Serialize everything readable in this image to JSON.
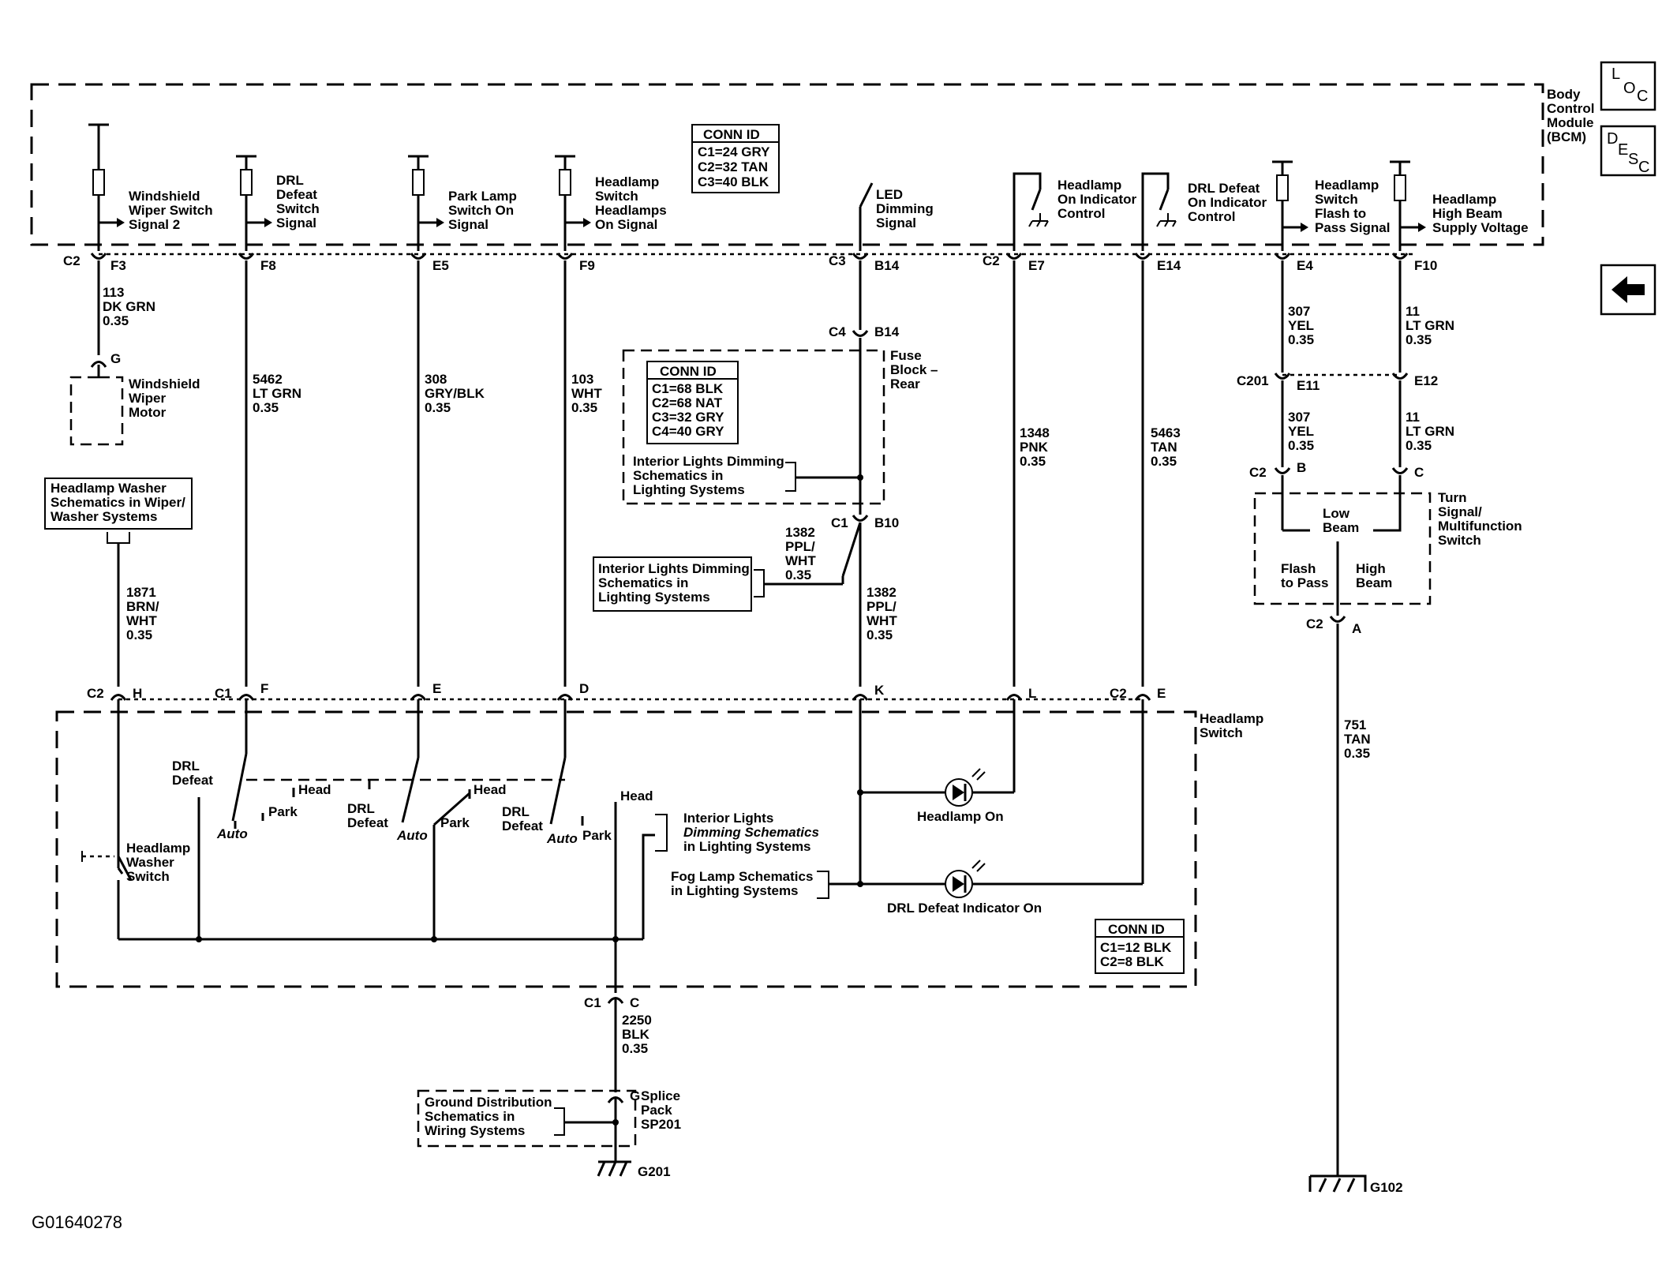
{
  "figure_id": "G01640278",
  "nav": {
    "loc": {
      "a": "L",
      "b": "O",
      "c": "C"
    },
    "desc": {
      "a": "D",
      "b": "E",
      "c": "S",
      "d": "C"
    },
    "back_arrow": "back-arrow-icon"
  },
  "modules": {
    "bcm": [
      "Body",
      "Control",
      "Module",
      "(BCM)"
    ],
    "headlamp_switch": [
      "Headlamp",
      "Switch"
    ],
    "fuse_block": [
      "Fuse",
      "Block –",
      "Rear"
    ],
    "turn_switch": [
      "Turn",
      "Signal/",
      "Multifunction",
      "Switch"
    ],
    "splice_pack": [
      "Splice",
      "Pack",
      "SP201"
    ],
    "wiper_motor": [
      "Windshield",
      "Wiper",
      "Motor"
    ]
  },
  "conn_ids": {
    "bcm": {
      "title": "CONN ID",
      "lines": [
        "C1=24 GRY",
        "C2=32 TAN",
        "C3=40 BLK"
      ]
    },
    "fuse": {
      "title": "CONN ID",
      "lines": [
        "C1=68 BLK",
        "C2=68 NAT",
        "C3=32 GRY",
        "C4=40 GRY"
      ]
    },
    "headlamp": {
      "title": "CONN ID",
      "lines": [
        "C1=12 BLK",
        "C2=8 BLK"
      ]
    }
  },
  "bcm_signals": [
    [
      "Windshield",
      "Wiper Switch",
      "Signal 2"
    ],
    [
      "DRL",
      "Defeat",
      "Switch",
      "Signal"
    ],
    [
      "Park Lamp",
      "Switch On",
      "Signal"
    ],
    [
      "Headlamp",
      "Switch",
      "Headlamps",
      "On Signal"
    ],
    [
      "LED",
      "Dimming",
      "Signal"
    ],
    [
      "Headlamp",
      "On Indicator",
      "Control"
    ],
    [
      "DRL Defeat",
      "On Indicator",
      "Control"
    ],
    [
      "Headlamp",
      "Switch",
      "Flash to",
      "Pass Signal"
    ],
    [
      "Headlamp",
      "High Beam",
      "Supply Voltage"
    ]
  ],
  "bcm_pins": {
    "c2": "C2",
    "f3": "F3",
    "f8": "F8",
    "e5": "E5",
    "f9": "F9",
    "c3": "C3",
    "b14": "B14",
    "c2b": "C2",
    "e7": "E7",
    "e14": "E14",
    "e4": "E4",
    "f10": "F10"
  },
  "wires": {
    "w113": [
      "113",
      "DK GRN",
      "0.35"
    ],
    "w5462": [
      "5462",
      "LT GRN",
      "0.35"
    ],
    "w308": [
      "308",
      "GRY/BLK",
      "0.35"
    ],
    "w103": [
      "103",
      "WHT",
      "0.35"
    ],
    "w1348": [
      "1348",
      "PNK",
      "0.35"
    ],
    "w5463": [
      "5463",
      "TAN",
      "0.35"
    ],
    "w307a": [
      "307",
      "YEL",
      "0.35"
    ],
    "w11a": [
      "11",
      "LT GRN",
      "0.35"
    ],
    "w307b": [
      "307",
      "YEL",
      "0.35"
    ],
    "w11b": [
      "11",
      "LT GRN",
      "0.35"
    ],
    "w1382a": [
      "1382",
      "PPL/",
      "WHT",
      "0.35"
    ],
    "w1382b": [
      "1382",
      "PPL/",
      "WHT",
      "0.35"
    ],
    "w1871": [
      "1871",
      "BRN/",
      "WHT",
      "0.35"
    ],
    "w751": [
      "751",
      "TAN",
      "0.35"
    ],
    "w2250": [
      "2250",
      "BLK",
      "0.35"
    ]
  },
  "pins": {
    "g_wiper": "G",
    "c4": "C4",
    "b14b": "B14",
    "c1_fuse": "C1",
    "b10": "B10",
    "c201": "C201",
    "e11": "E11",
    "e12": "E12",
    "c2_turn": "C2",
    "b_turn": "B",
    "c_turn": "C",
    "c2_turn_bottom": "C2",
    "a_turn": "A",
    "hs_c2": "C2",
    "hs_h": "H",
    "hs_c1": "C1",
    "hs_f": "F",
    "hs_e": "E",
    "hs_d": "D",
    "hs_k": "K",
    "hs_l": "L",
    "hs_c2b": "C2",
    "hs_e2": "E",
    "c1_bottom": "C1",
    "c_bottom": "C",
    "g_splice": "G"
  },
  "schematic_refs": {
    "washer": [
      "Headlamp Washer",
      "Schematics in Wiper/",
      "Washer Systems"
    ],
    "interior_fuse": [
      "Interior Lights Dimming",
      "Schematics in",
      "Lighting Systems"
    ],
    "interior_left": [
      "Interior Lights Dimming",
      "Schematics in",
      "Lighting Systems"
    ],
    "interior_hs": [
      "Interior Lights",
      "Dimming Schematics",
      "in Lighting Systems"
    ],
    "fog": [
      "Fog Lamp Schematics",
      "in Lighting Systems"
    ],
    "ground": [
      "Ground Distribution",
      "Schematics in",
      "Wiring Systems"
    ]
  },
  "switch_labels": {
    "drl_defeat_top": [
      "DRL",
      "Defeat"
    ],
    "head1": "Head",
    "park1": "Park",
    "auto1": "Auto",
    "drl_defeat2": [
      "DRL",
      "Defeat"
    ],
    "auto2": "Auto",
    "head2": "Head",
    "park2": "Park",
    "drl_defeat3": [
      "DRL",
      "Defeat"
    ],
    "auto3": "Auto",
    "park3": "Park",
    "head3": "Head",
    "washer_switch": [
      "Headlamp",
      "Washer",
      "Switch"
    ],
    "headlamp_on": "Headlamp On",
    "drl_indicator": "DRL Defeat Indicator On",
    "low_beam": [
      "Low",
      "Beam"
    ],
    "flash_pass": [
      "Flash",
      "to Pass"
    ],
    "high_beam": [
      "High",
      "Beam"
    ]
  },
  "grounds": {
    "g201": "G201",
    "g102": "G102"
  }
}
